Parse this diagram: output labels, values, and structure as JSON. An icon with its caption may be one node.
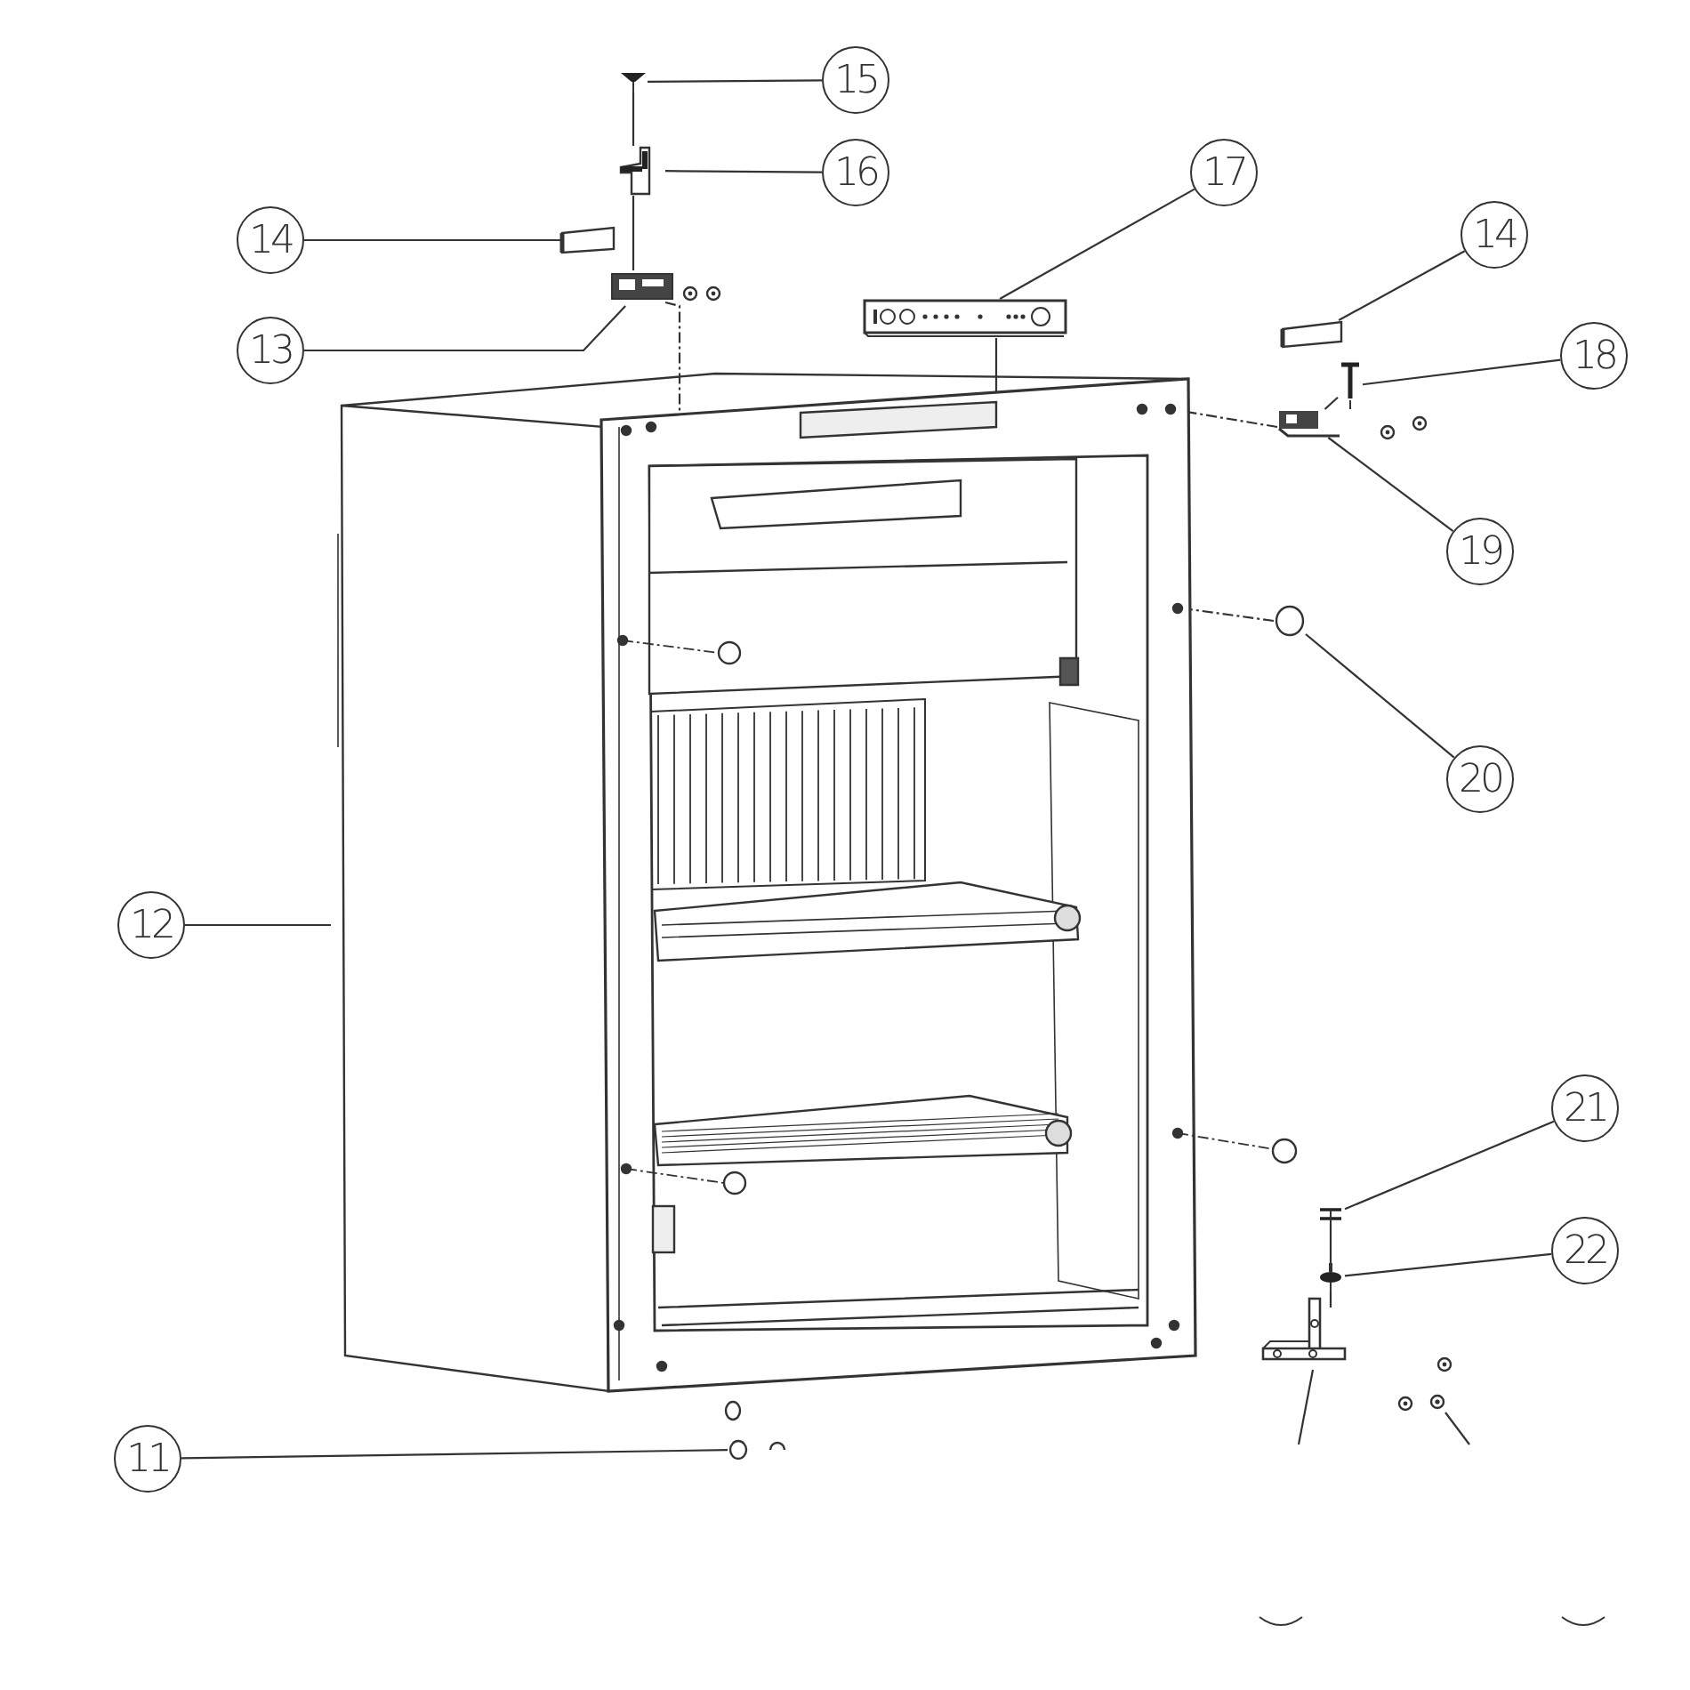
{
  "diagram": {
    "nodes": [
      {
        "text": [
          "15"
        ]
      },
      {
        "text": [
          "16"
        ]
      },
      {
        "text": [
          "17"
        ]
      },
      {
        "text": [
          "14"
        ]
      },
      {
        "text": [
          "14"
        ]
      },
      {
        "text": [
          "13"
        ]
      },
      {
        "text": [
          "18"
        ]
      },
      {
        "text": [
          "19"
        ]
      },
      {
        "text": [
          "20"
        ]
      },
      {
        "text": [
          "12"
        ]
      },
      {
        "text": [
          "21"
        ]
      },
      {
        "text": [
          "22"
        ]
      },
      {
        "text": [
          "11"
        ]
      },
      {
        "text": [],
        "shape": "picture"
      },
      {
        "text": [],
        "shape": "picture"
      },
      {
        "text": [],
        "shape": "picture"
      },
      {
        "text": [],
        "shape": "picture"
      },
      {
        "text": [],
        "shape": "picture"
      },
      {
        "text": [],
        "shape": "picture"
      },
      {
        "text": [],
        "shape": "picture"
      },
      {
        "text": [],
        "shape": "picture"
      },
      {
        "text": [],
        "shape": "circle"
      },
      {
        "text": [],
        "shape": "picture"
      },
      {
        "text": [],
        "shape": "picture"
      },
      {
        "text": [],
        "shape": "picture"
      },
      {
        "text": [],
        "shape": "picture"
      },
      {
        "text": [],
        "shape": "circle"
      },
      {
        "text": [],
        "shape": "picture"
      }
    ],
    "edges": [
      {
        "from": 0,
        "to": 13,
        "arrow": "none"
      },
      {
        "from": 1,
        "to": 14,
        "arrow": "none"
      },
      {
        "from": 2,
        "to": 17,
        "arrow": "none"
      },
      {
        "from": 3,
        "to": 15,
        "arrow": "none"
      },
      {
        "from": 4,
        "to": 18,
        "arrow": "none"
      },
      {
        "from": 5,
        "to": 16,
        "arrow": "none"
      },
      {
        "from": 6,
        "to": 19,
        "arrow": "none"
      },
      {
        "from": 7,
        "to": 20,
        "arrow": "none"
      },
      {
        "from": 8,
        "to": 21,
        "arrow": "none"
      },
      {
        "from": 9,
        "to": 22,
        "arrow": "none"
      },
      {
        "from": 10,
        "to": 23,
        "arrow": "none"
      },
      {
        "from": 11,
        "to": 24,
        "arrow": "none"
      },
      {
        "from": 12,
        "to": 26,
        "arrow": "none"
      },
      {
        "from": 13,
        "to": 14,
        "arrow": "none"
      },
      {
        "from": 14,
        "to": 16,
        "arrow": "none"
      },
      {
        "from": 16,
        "to": 22,
        "arrow": "none",
        "style": "dashed"
      },
      {
        "from": 17,
        "to": 22,
        "arrow": "none"
      },
      {
        "from": 19,
        "to": 20,
        "arrow": "none"
      },
      {
        "from": 20,
        "to": 22,
        "arrow": "none",
        "style": "dashed"
      },
      {
        "from": 21,
        "to": 22,
        "arrow": "none",
        "style": "dashed"
      },
      {
        "from": 23,
        "to": 24,
        "arrow": "none"
      },
      {
        "from": 24,
        "to": 25,
        "arrow": "none"
      },
      {
        "from": 25,
        "to": null,
        "arrow": "none"
      },
      {
        "from": 27,
        "to": null,
        "arrow": "none"
      }
    ]
  }
}
